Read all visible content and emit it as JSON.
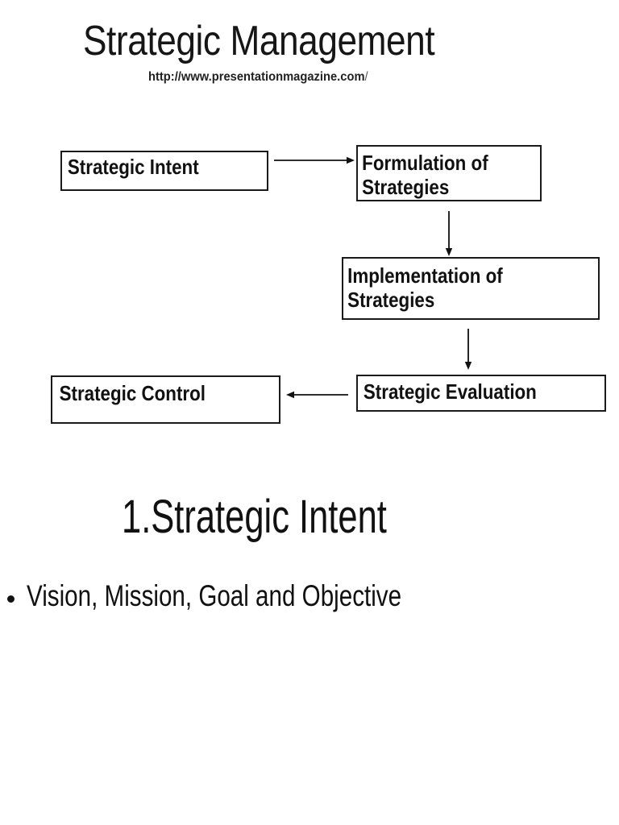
{
  "slide": {
    "title": "Strategic Management",
    "source_url": "http://www.presentationmagazine.com",
    "source_url_slash": "/",
    "section_heading": "1.Strategic Intent",
    "bullet_text": "Vision, Mission, Goal and Objective"
  },
  "flowchart": {
    "boxes": [
      {
        "id": "strategic-intent",
        "label": "Strategic Intent"
      },
      {
        "id": "formulation-of-strategies",
        "label": "Formulation of\nStrategies"
      },
      {
        "id": "implementation-of-strategies",
        "label": "Implementation of\nStrategies"
      },
      {
        "id": "strategic-control",
        "label": "Strategic Control"
      },
      {
        "id": "strategic-evaluation",
        "label": "Strategic Evaluation"
      }
    ],
    "connections": [
      {
        "from": "strategic-intent",
        "to": "formulation-of-strategies",
        "direction": "right"
      },
      {
        "from": "formulation-of-strategies",
        "to": "implementation-of-strategies",
        "direction": "down"
      },
      {
        "from": "implementation-of-strategies",
        "to": "strategic-evaluation",
        "direction": "down"
      },
      {
        "from": "strategic-evaluation",
        "to": "strategic-control",
        "direction": "left"
      }
    ]
  },
  "colors": {
    "background": "#ffffff",
    "text": "#111111",
    "box_border": "#1a1a1a"
  }
}
